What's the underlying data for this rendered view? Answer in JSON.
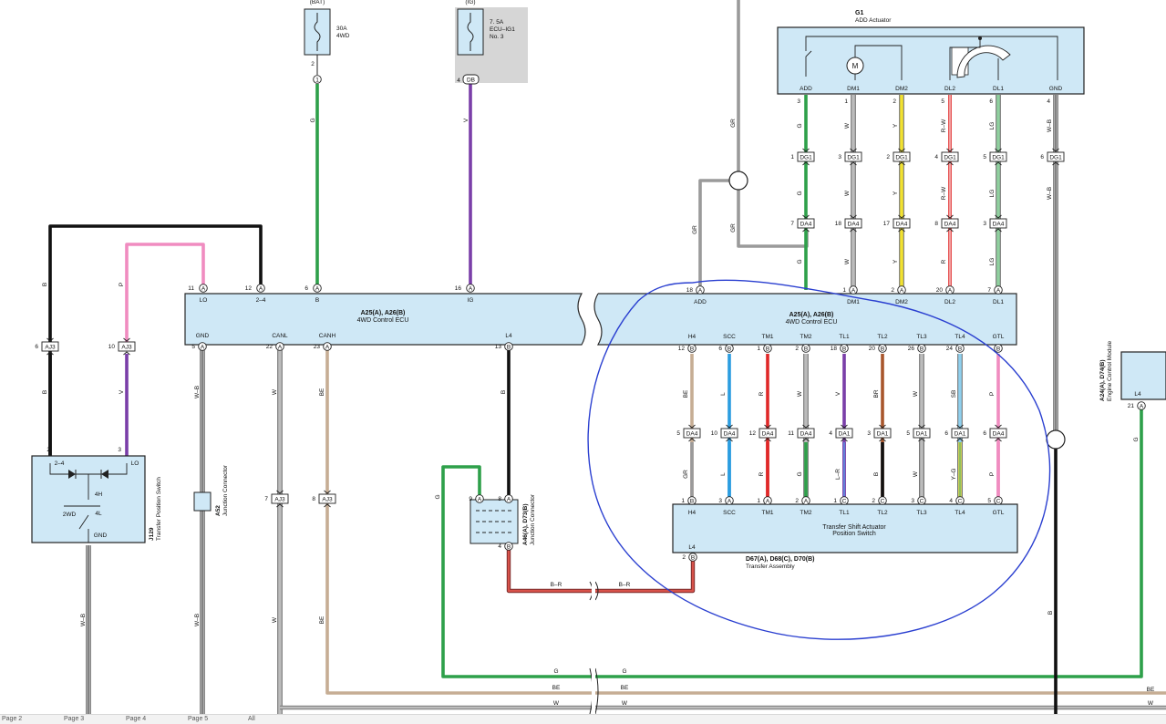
{
  "colors": {
    "G": "#2ea04a",
    "V": "#7a3ea8",
    "P": "#f08cc0",
    "B": "#111111",
    "W": "#bcbcbc",
    "BE": "#c6ad94",
    "GR": "#9a9a9a",
    "Y": "#f2e230",
    "R": "#e02828",
    "LG": "#8fd09f",
    "L": "#2b9de0",
    "BR": "#a8562c",
    "SB": "#8fd0ee",
    "LR": "#7a3ea8",
    "YG": "#e8e65a",
    "WB": "#bcbcbc",
    "BR_RED": "#d8524a",
    "RW": "#e02828",
    "ecu_fill": "#cfe8f6",
    "ecu_stroke": "#2a2a2a",
    "ig_bg": "#d6d6d6",
    "annotation": "#2a3fd0"
  },
  "fuses": {
    "bat": {
      "label": "(BAT)",
      "line1": "30A",
      "line2": "4WD",
      "pin": "2",
      "connector": "1"
    },
    "ig": {
      "label": "(IG)",
      "line1": "7. 5A",
      "line2": "ECU–IG1",
      "line3": "No. 3",
      "pin": "4",
      "connector": "DB"
    }
  },
  "ecu": {
    "name": "A25(A), A26(B)",
    "title": "4WD Control ECU",
    "left_top_pins": [
      {
        "num": "11",
        "con": "A",
        "label": "LO"
      },
      {
        "num": "12",
        "con": "A",
        "label": "2–4"
      },
      {
        "num": "6",
        "con": "A",
        "label": "B"
      },
      {
        "num": "16",
        "con": "A",
        "label": "IG"
      }
    ],
    "left_bottom_pins": [
      {
        "num": "5",
        "con": "A",
        "label": "GND"
      },
      {
        "num": "22",
        "con": "A",
        "label": "CANL"
      },
      {
        "num": "23",
        "con": "A",
        "label": "CANH"
      },
      {
        "num": "13",
        "con": "B",
        "label": "L4"
      }
    ],
    "right_top_pins": [
      {
        "num": "18",
        "con": "A",
        "label": "ADD"
      },
      {
        "num": "1",
        "con": "A",
        "label": "DM1"
      },
      {
        "num": "2",
        "con": "A",
        "label": "DM2"
      },
      {
        "num": "20",
        "con": "A",
        "label": "DL2"
      },
      {
        "num": "7",
        "con": "A",
        "label": "DL1"
      }
    ],
    "right_bottom_pins": [
      {
        "num": "12",
        "con": "B",
        "label": "H4"
      },
      {
        "num": "6",
        "con": "B",
        "label": "SCC"
      },
      {
        "num": "1",
        "con": "B",
        "label": "TM1"
      },
      {
        "num": "2",
        "con": "B",
        "label": "TM2"
      },
      {
        "num": "18",
        "con": "B",
        "label": "TL1"
      },
      {
        "num": "20",
        "con": "B",
        "label": "TL2"
      },
      {
        "num": "26",
        "con": "B",
        "label": "TL3"
      },
      {
        "num": "24",
        "con": "B",
        "label": "TL4"
      },
      {
        "num": "",
        "con": "B",
        "label": "GTL"
      }
    ]
  },
  "g1": {
    "code": "G1",
    "name": "ADD Actuator",
    "pins": [
      {
        "label": "ADD",
        "num": "3",
        "wire": "G",
        "dg1": "1",
        "dg1c": "DG1",
        "da4": "7",
        "da4c": "DA4"
      },
      {
        "label": "DM1",
        "num": "1",
        "wire": "W",
        "dg1": "3",
        "dg1c": "DG1",
        "da4": "18",
        "da4c": "DA4"
      },
      {
        "label": "DM2",
        "num": "2",
        "wire": "Y",
        "dg1": "2",
        "dg1c": "DG1",
        "da4": "17",
        "da4c": "DA4"
      },
      {
        "label": "DL2",
        "num": "5",
        "wire": "R–W",
        "dg1": "4",
        "dg1c": "DG1",
        "da4": "8",
        "da4c": "DA4"
      },
      {
        "label": "DL1",
        "num": "6",
        "wire": "LG",
        "dg1": "5",
        "dg1c": "DG1",
        "da4": "3",
        "da4c": "DA4"
      },
      {
        "label": "GND",
        "num": "4",
        "wire": "W–B",
        "dg1": "6",
        "dg1c": "DG1"
      }
    ],
    "lower_wires": [
      "G",
      "W",
      "Y",
      "R",
      "LG"
    ],
    "motor_label": "M"
  },
  "wires": {
    "bat": "G",
    "ig": "V",
    "gr_top": "GR",
    "gr_left": "GR",
    "b_left": "B",
    "p_left": "P",
    "v_left": "V",
    "gnd_wb": "W–B",
    "canl_w": "W",
    "canh_be": "BE",
    "l4_b": "B",
    "br": "B–R",
    "g_left": "G",
    "wb_right": "W–B",
    "b_right": "B",
    "g_ecm": "G",
    "bus_g": "G",
    "bus_be": "BE",
    "bus_w": "W",
    "gnd_down": "W–B",
    "gnd2_down": "W–B",
    "canl_down": "W",
    "canh_down": "BE"
  },
  "aj3": [
    {
      "num": "6",
      "con": "AJ3"
    },
    {
      "num": "10",
      "con": "AJ3"
    },
    {
      "num": "7",
      "con": "AJ3"
    },
    {
      "num": "8",
      "con": "AJ3"
    }
  ],
  "switch": {
    "code": "J129",
    "name": "Transfer Position Switch",
    "pins": {
      "p24": "2",
      "plo": "3"
    },
    "labels": {
      "l24": "2–4",
      "llo": "LO",
      "h4": "4H",
      "l4": "4L",
      "wd2": "2WD",
      "gnd": "GND"
    }
  },
  "a52": {
    "code": "A52",
    "name": "Junction Connector"
  },
  "a46": {
    "code": "A46(A), D73(B)",
    "name": "Junction Connector",
    "p9": "9",
    "p9c": "A",
    "p8": "8",
    "p8c": "A",
    "p4": "4",
    "p4c": "B"
  },
  "transfer": {
    "upper_wires": [
      {
        "wire": "BE",
        "da": "5",
        "dac": "DA4"
      },
      {
        "wire": "L",
        "da": "10",
        "dac": "DA4"
      },
      {
        "wire": "R",
        "da": "12",
        "dac": "DA4"
      },
      {
        "wire": "W",
        "da": "11",
        "dac": "DA4"
      },
      {
        "wire": "V",
        "da": "4",
        "dac": "DA1"
      },
      {
        "wire": "BR",
        "da": "3",
        "dac": "DA1"
      },
      {
        "wire": "W",
        "da": "5",
        "dac": "DA1"
      },
      {
        "wire": "SB",
        "da": "6",
        "dac": "DA1"
      },
      {
        "wire": "P",
        "da": "6",
        "dac": "DA4"
      }
    ],
    "lower_wires": [
      "GR",
      "L",
      "R",
      "G",
      "L–R",
      "B",
      "W",
      "Y–G",
      "P"
    ],
    "pins": [
      {
        "num": "1",
        "con": "B",
        "label": "H4"
      },
      {
        "num": "3",
        "con": "A",
        "label": "SCC"
      },
      {
        "num": "1",
        "con": "A",
        "label": "TM1"
      },
      {
        "num": "2",
        "con": "A",
        "label": "TM2"
      },
      {
        "num": "1",
        "con": "C",
        "label": "TL1"
      },
      {
        "num": "2",
        "con": "C",
        "label": "TL2"
      },
      {
        "num": "3",
        "con": "C",
        "label": "TL3"
      },
      {
        "num": "4",
        "con": "C",
        "label": "TL4"
      },
      {
        "num": "5",
        "con": "C",
        "label": "GTL"
      }
    ],
    "title1": "Transfer Shift Actuator",
    "title2": "Position Switch",
    "l4_label": "L4",
    "l4_num": "2",
    "l4_con": "B",
    "code": "D67(A), D68(C), D70(B)",
    "name": "Transfer Assembly"
  },
  "ecm": {
    "code": "A24(A), D74(B)",
    "name": "Engine Control Module",
    "pin_label": "L4",
    "pin_num": "21",
    "pin_con": "A"
  },
  "bottom_bar": [
    "Page 2",
    "Page 3",
    "Page 4",
    "Page 5",
    "All"
  ]
}
